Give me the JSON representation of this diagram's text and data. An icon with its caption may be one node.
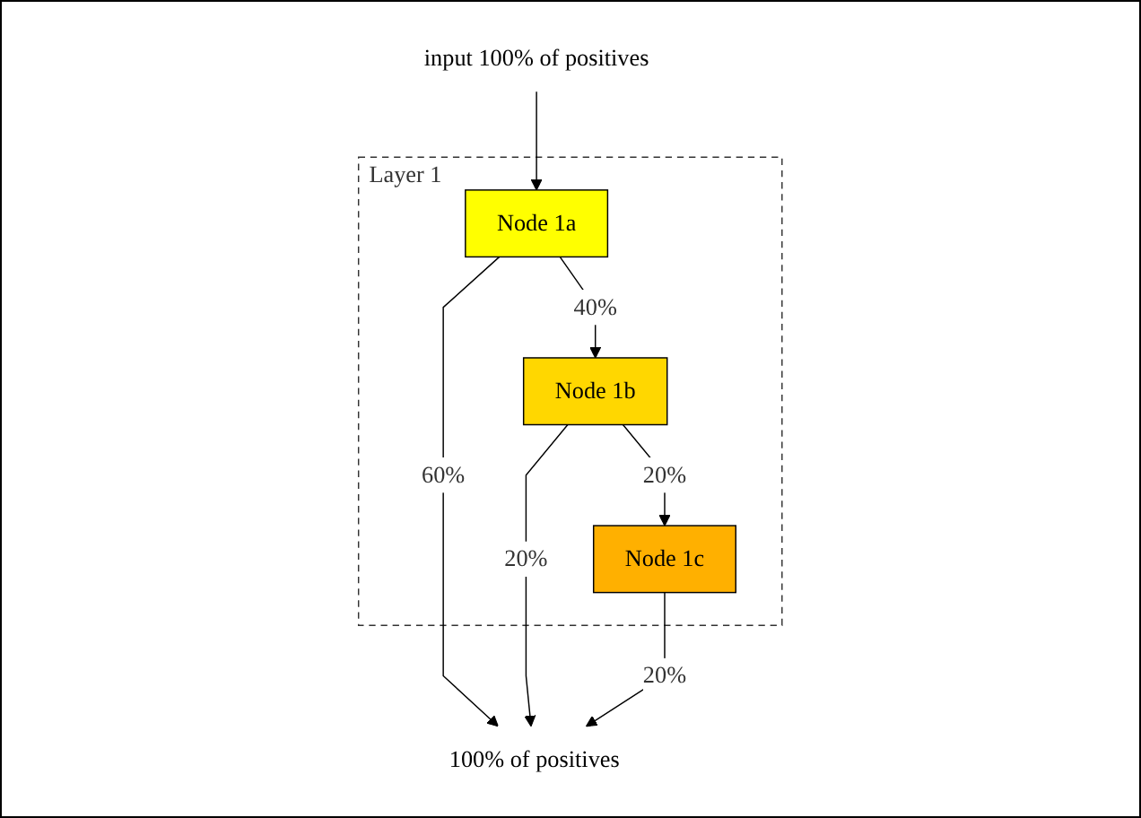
{
  "diagram": {
    "nodes": [
      {
        "text": [
          "input 100% of positives"
        ]
      },
      {
        "text": [
          "Layer 1"
        ]
      },
      {
        "text": [
          "Node 1a"
        ],
        "in": 1
      },
      {
        "text": [
          "Node 1b"
        ],
        "in": 1
      },
      {
        "text": [
          "Node 1c"
        ],
        "in": 1
      },
      {
        "text": [
          "100% of positives"
        ]
      }
    ],
    "edges": [
      {
        "from": 0,
        "to": 2,
        "arrow": "to"
      },
      {
        "from": 2,
        "to": 3,
        "arrow": "to",
        "label": "40%"
      },
      {
        "from": 3,
        "to": 4,
        "arrow": "to",
        "label": "20%"
      },
      {
        "from": 2,
        "to": 5,
        "arrow": "to",
        "label": "60%"
      },
      {
        "from": 3,
        "to": 5,
        "arrow": "to",
        "label": "20%"
      },
      {
        "from": 4,
        "to": 5,
        "arrow": "to",
        "label": "20%"
      }
    ]
  }
}
